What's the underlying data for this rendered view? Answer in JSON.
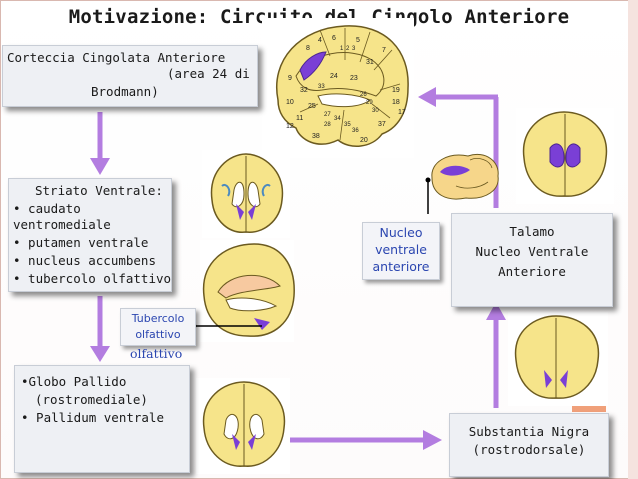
{
  "title": "Motivazione: Circuito del Cingolo Anteriore",
  "acc_box": {
    "line1": "Corteccia Cingolata Anteriore",
    "line2": "(area 24 di",
    "line3": "Brodmann)"
  },
  "striato_box": {
    "heading": "Striato Ventrale:",
    "items": [
      "• caudato",
      "ventromediale",
      "• putamen ventrale",
      "• nucleus accumbens",
      "• tubercolo olfattivo"
    ]
  },
  "globo_box": {
    "items": [
      "•Globo Pallido",
      "(rostromediale)",
      "• Pallidum ventrale"
    ]
  },
  "talamo_box": {
    "lines": [
      "Talamo",
      "Nucleo Ventrale",
      "Anteriore"
    ]
  },
  "sn_box": {
    "lines": [
      "Substantia Nigra",
      "(rostrodorsale)"
    ]
  },
  "nva_box": {
    "lines": [
      "Nucleo",
      "ventrale",
      "anteriore"
    ]
  },
  "tubercolo_box": {
    "lines": [
      "Tubercolo",
      "olfattivo"
    ]
  },
  "olfattivo_label": "olfattivo",
  "brodmann_map_numbers": [
    "4",
    "6",
    "8",
    "5",
    "31",
    "7",
    "23",
    "24",
    "32",
    "9",
    "33",
    "26",
    "29",
    "30",
    "19",
    "10",
    "25",
    "27",
    "11",
    "28",
    "34",
    "35",
    "36",
    "38",
    "20",
    "37",
    "18",
    "17",
    "12",
    "1",
    "2",
    "3"
  ],
  "colors": {
    "arrow": "#b37de0",
    "box_bg": "#eef0f4",
    "highlight": "#7a3fd6",
    "brain_fill": "#f6e48a",
    "brain_stroke": "#6b5a20"
  }
}
